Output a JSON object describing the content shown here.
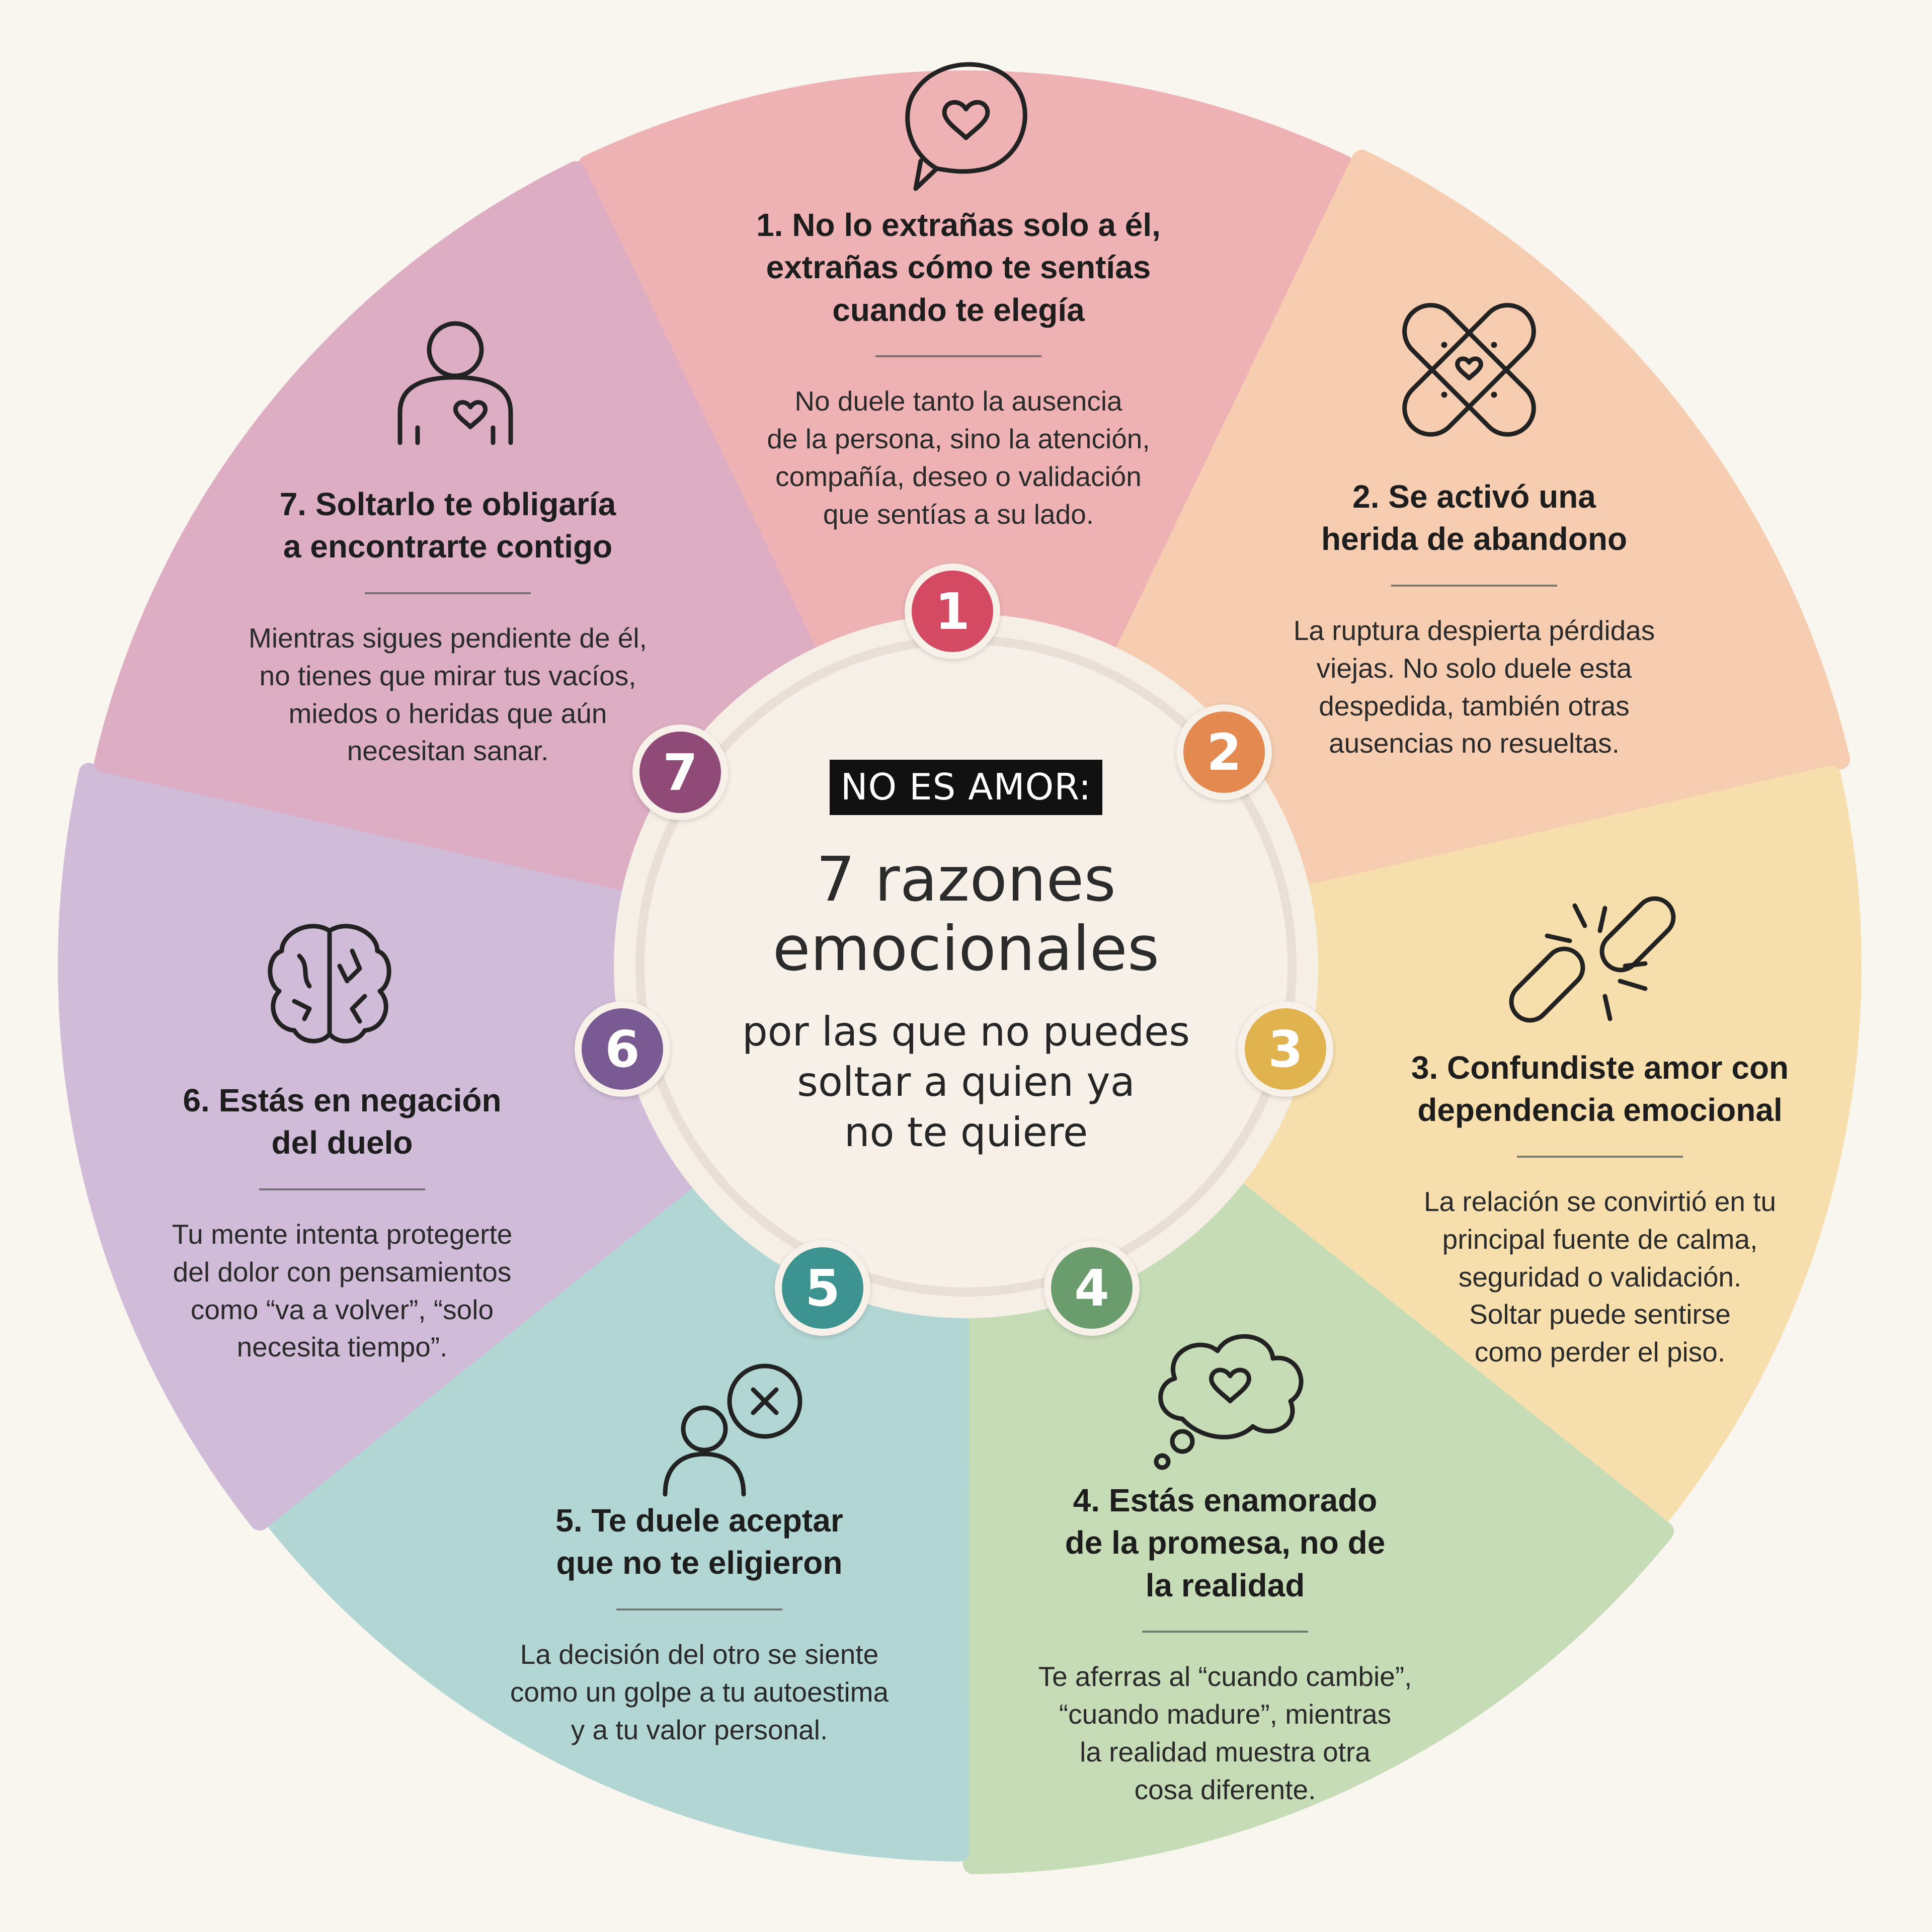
{
  "center": {
    "tag": "NO ES AMOR:",
    "title_line1": "7 razones",
    "title_line2": "emocionales",
    "subtitle_line1": "por las que no puedes",
    "subtitle_line2": "soltar a quien ya",
    "subtitle_line3": "no te quiere",
    "icon": "heart-outline-icon"
  },
  "segments": [
    {
      "number": "1",
      "title": "1. No lo extrañas solo a él,\nextrañas cómo te sentías\ncuando te elegía",
      "body": "No duele tanto la ausencia\nde la persona, sino la atención,\ncompañía, deseo o validación\nque sentías a su lado.",
      "icon": "speech-bubble-heart-icon",
      "color": "#efb2b4",
      "badge_color": "#d34a62"
    },
    {
      "number": "2",
      "title": "2. Se activó una\nherida de abandono",
      "body": "La ruptura despierta pérdidas\nviejas. No solo duele esta\ndespedida, también otras\nausencias no resueltas.",
      "icon": "crossed-bandage-heart-icon",
      "color": "#f6cdb0",
      "badge_color": "#e4894f"
    },
    {
      "number": "3",
      "title": "3. Confundiste amor con\ndependencia emocional",
      "body": "La relación se convirtió en tu\nprincipal fuente de calma,\nseguridad o validación.\nSoltar puede sentirse\ncomo perder el piso.",
      "icon": "broken-chain-icon",
      "color": "#f6dfac",
      "badge_color": "#e0b34f"
    },
    {
      "number": "4",
      "title": "4. Estás enamorado\nde la promesa, no de\nla realidad",
      "body": "Te aferras al “cuando cambie”,\n“cuando madure”, mientras\nla realidad muestra otra\ncosa diferente.",
      "icon": "thought-cloud-heart-icon",
      "color": "#c6dcb6",
      "badge_color": "#6a9c6e"
    },
    {
      "number": "5",
      "title": "5. Te duele aceptar\nque no te eligieron",
      "body": "La decisión del otro se siente\ncomo un golpe a tu autoestima\ny a tu valor personal.",
      "icon": "person-rejected-icon",
      "color": "#b2d6d4",
      "badge_color": "#3c938f"
    },
    {
      "number": "6",
      "title": "6. Estás en negación\ndel duelo",
      "body": "Tu mente intenta protegerte\ndel dolor con pensamientos\ncomo “va a volver”, “solo\nnecesita tiempo”.",
      "icon": "cracked-brain-icon",
      "color": "#d0bcd9",
      "badge_color": "#7a5a92"
    },
    {
      "number": "7",
      "title": "7. Soltarlo te obligaría\na encontrarte contigo",
      "body": "Mientras sigues pendiente de él,\nno tienes que mirar tus vacíos,\nmiedos o heridas que aún\nnecesitan sanar.",
      "icon": "person-heart-icon",
      "color": "#ddaec3",
      "badge_color": "#8f4a78"
    }
  ]
}
